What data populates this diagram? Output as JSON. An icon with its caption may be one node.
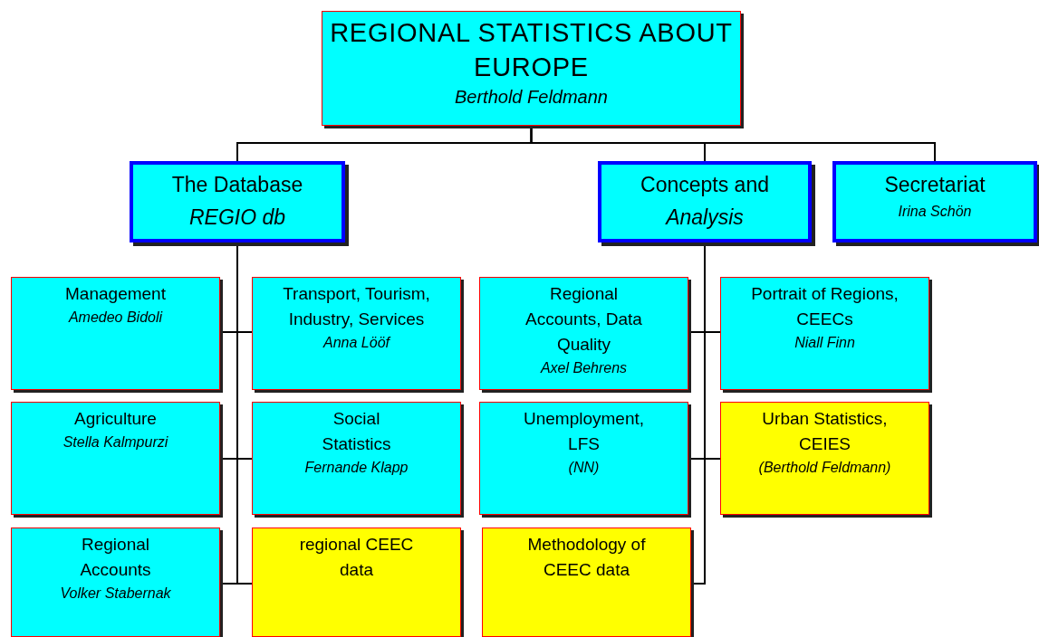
{
  "diagram": {
    "nodes": [
      {
        "text": [
          "REGIONAL STATISTICS ABOUT EUROPE",
          "Berthold Feldmann"
        ]
      },
      {
        "text": [
          "The Database *REGIO db*"
        ]
      },
      {
        "text": [
          "Concepts and *Analysis*"
        ]
      },
      {
        "text": [
          "Secretariat",
          "Irina Schön"
        ]
      },
      {
        "text": [
          "Management",
          "Amedeo Bidoli"
        ]
      },
      {
        "text": [
          "Transport, Tourism, Industry, Services",
          "Anna Lööf"
        ]
      },
      {
        "text": [
          "Agriculture",
          "Stella Kalmpurzi"
        ]
      },
      {
        "text": [
          "Social Statistics",
          "Fernande Klapp"
        ]
      },
      {
        "text": [
          "Regional Accounts",
          "Volker Stabernak"
        ]
      },
      {
        "text": [
          "regional CEEC data"
        ]
      },
      {
        "text": [
          "Regional Accounts, Data Quality",
          "Axel Behrens"
        ]
      },
      {
        "text": [
          "Portrait of Regions, CEECs",
          "Niall Finn"
        ]
      },
      {
        "text": [
          "Unemployment, LFS",
          "(NN)"
        ]
      },
      {
        "text": [
          "Urban Statistics, CEIES",
          "(Berthold Feldmann)"
        ]
      },
      {
        "text": [
          "Methodology of CEEC data"
        ]
      }
    ],
    "edges": [
      {
        "from": 0,
        "to": 1,
        "arrow": "none"
      },
      {
        "from": 0,
        "to": 2,
        "arrow": "none"
      },
      {
        "from": 0,
        "to": 3,
        "arrow": "none"
      },
      {
        "from": 1,
        "to": 4,
        "arrow": "none"
      },
      {
        "from": 1,
        "to": 5,
        "arrow": "none"
      },
      {
        "from": 1,
        "to": 6,
        "arrow": "none"
      },
      {
        "from": 1,
        "to": 7,
        "arrow": "none"
      },
      {
        "from": 1,
        "to": 8,
        "arrow": "none"
      },
      {
        "from": 1,
        "to": 9,
        "arrow": "none"
      },
      {
        "from": 2,
        "to": 10,
        "arrow": "none"
      },
      {
        "from": 2,
        "to": 11,
        "arrow": "none"
      },
      {
        "from": 2,
        "to": 12,
        "arrow": "none"
      },
      {
        "from": 2,
        "to": 13,
        "arrow": "none"
      },
      {
        "from": 2,
        "to": 14,
        "arrow": "none"
      }
    ]
  }
}
